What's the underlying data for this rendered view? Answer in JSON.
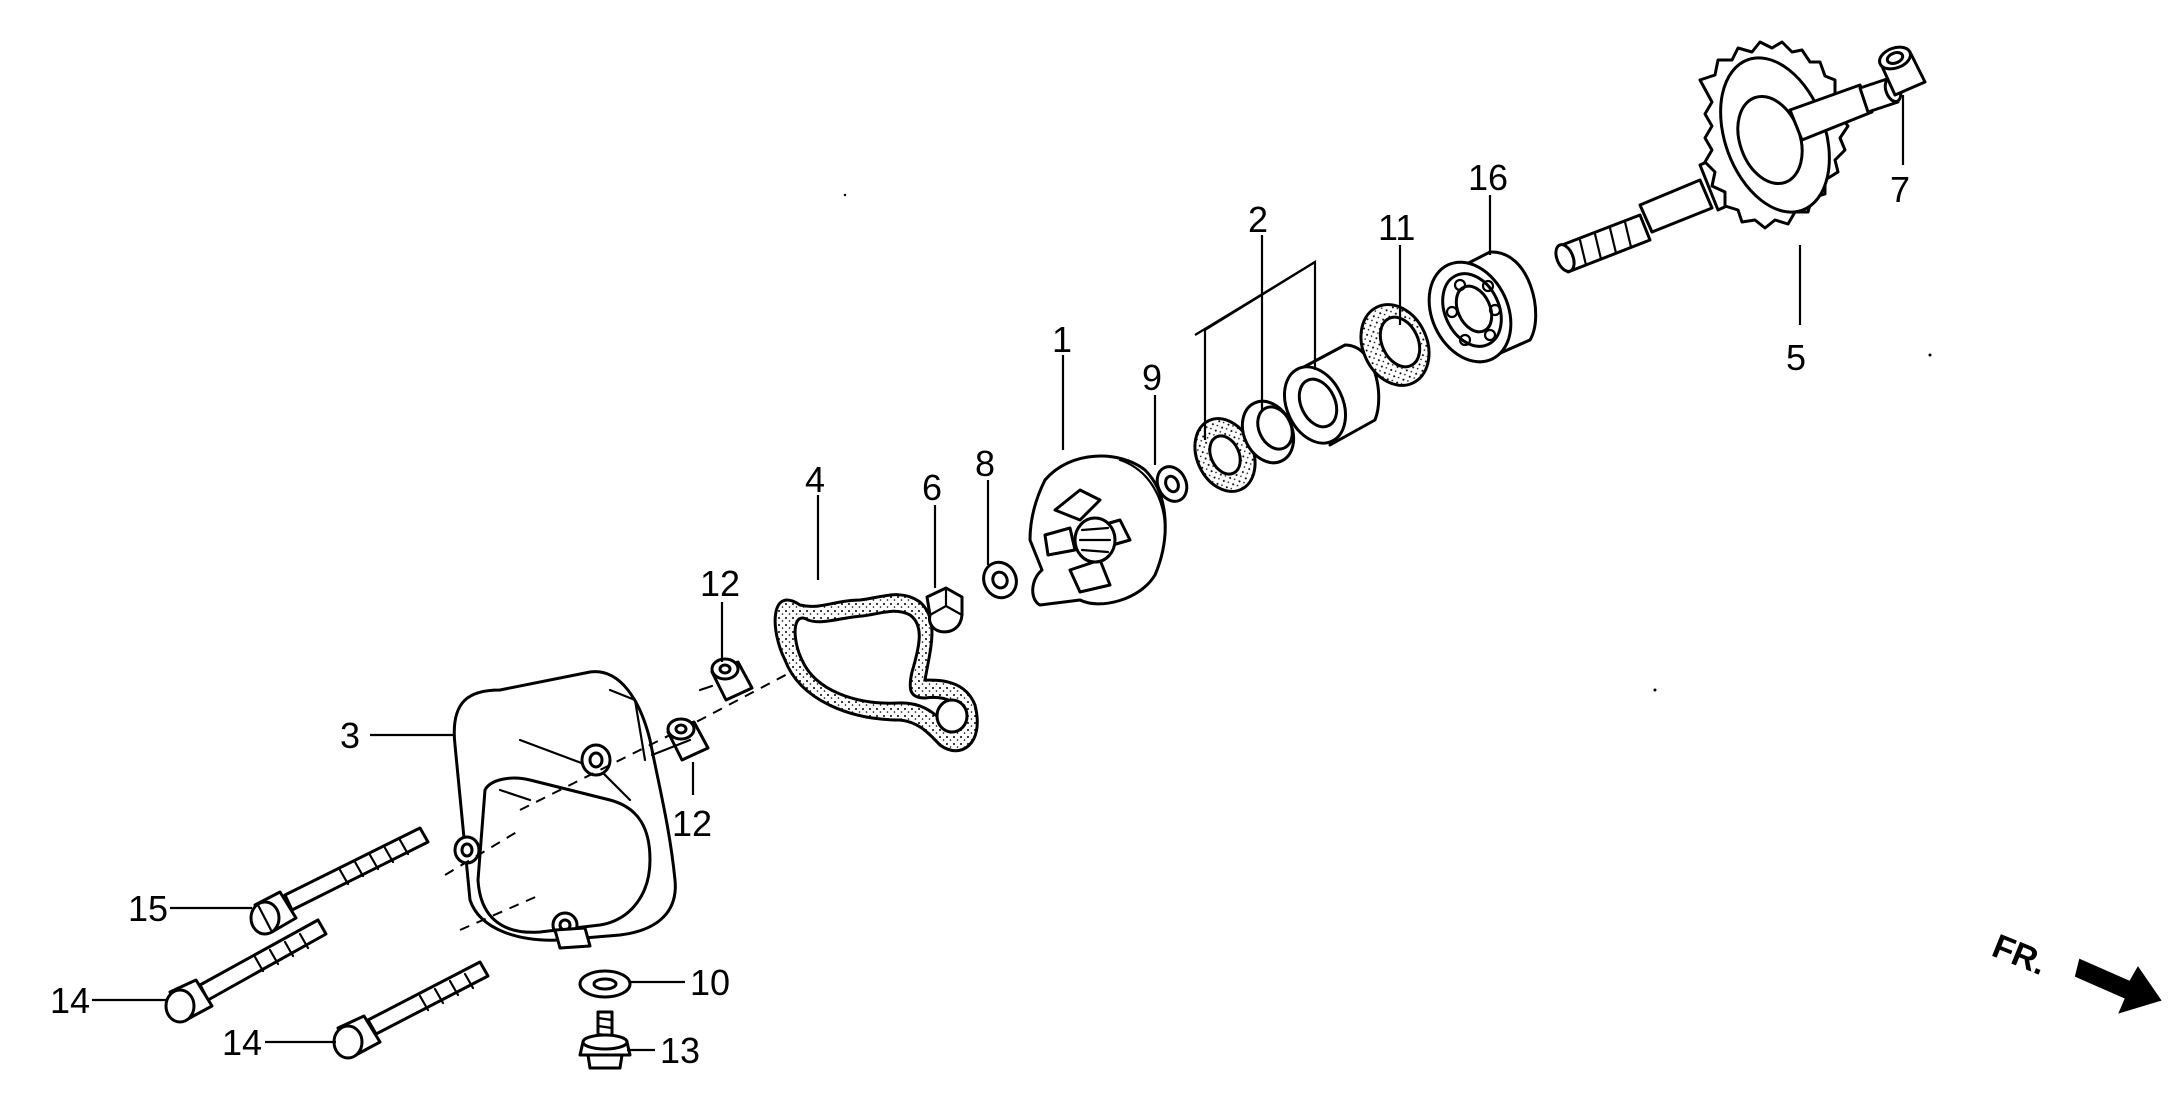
{
  "callouts": [
    {
      "id": "c1",
      "text": "1"
    },
    {
      "id": "c2",
      "text": "2"
    },
    {
      "id": "c3",
      "text": "3"
    },
    {
      "id": "c4",
      "text": "4"
    },
    {
      "id": "c5",
      "text": "5"
    },
    {
      "id": "c6",
      "text": "6"
    },
    {
      "id": "c7",
      "text": "7"
    },
    {
      "id": "c8",
      "text": "8"
    },
    {
      "id": "c9",
      "text": "9"
    },
    {
      "id": "c10",
      "text": "10"
    },
    {
      "id": "c11",
      "text": "11"
    },
    {
      "id": "c12a",
      "text": "12"
    },
    {
      "id": "c12b",
      "text": "12"
    },
    {
      "id": "c13",
      "text": "13"
    },
    {
      "id": "c14a",
      "text": "14"
    },
    {
      "id": "c14b",
      "text": "14"
    },
    {
      "id": "c15",
      "text": "15"
    },
    {
      "id": "c16",
      "text": "16"
    }
  ],
  "direction_label": "FR.",
  "colors": {
    "ink": "#000000",
    "paper": "#ffffff"
  }
}
